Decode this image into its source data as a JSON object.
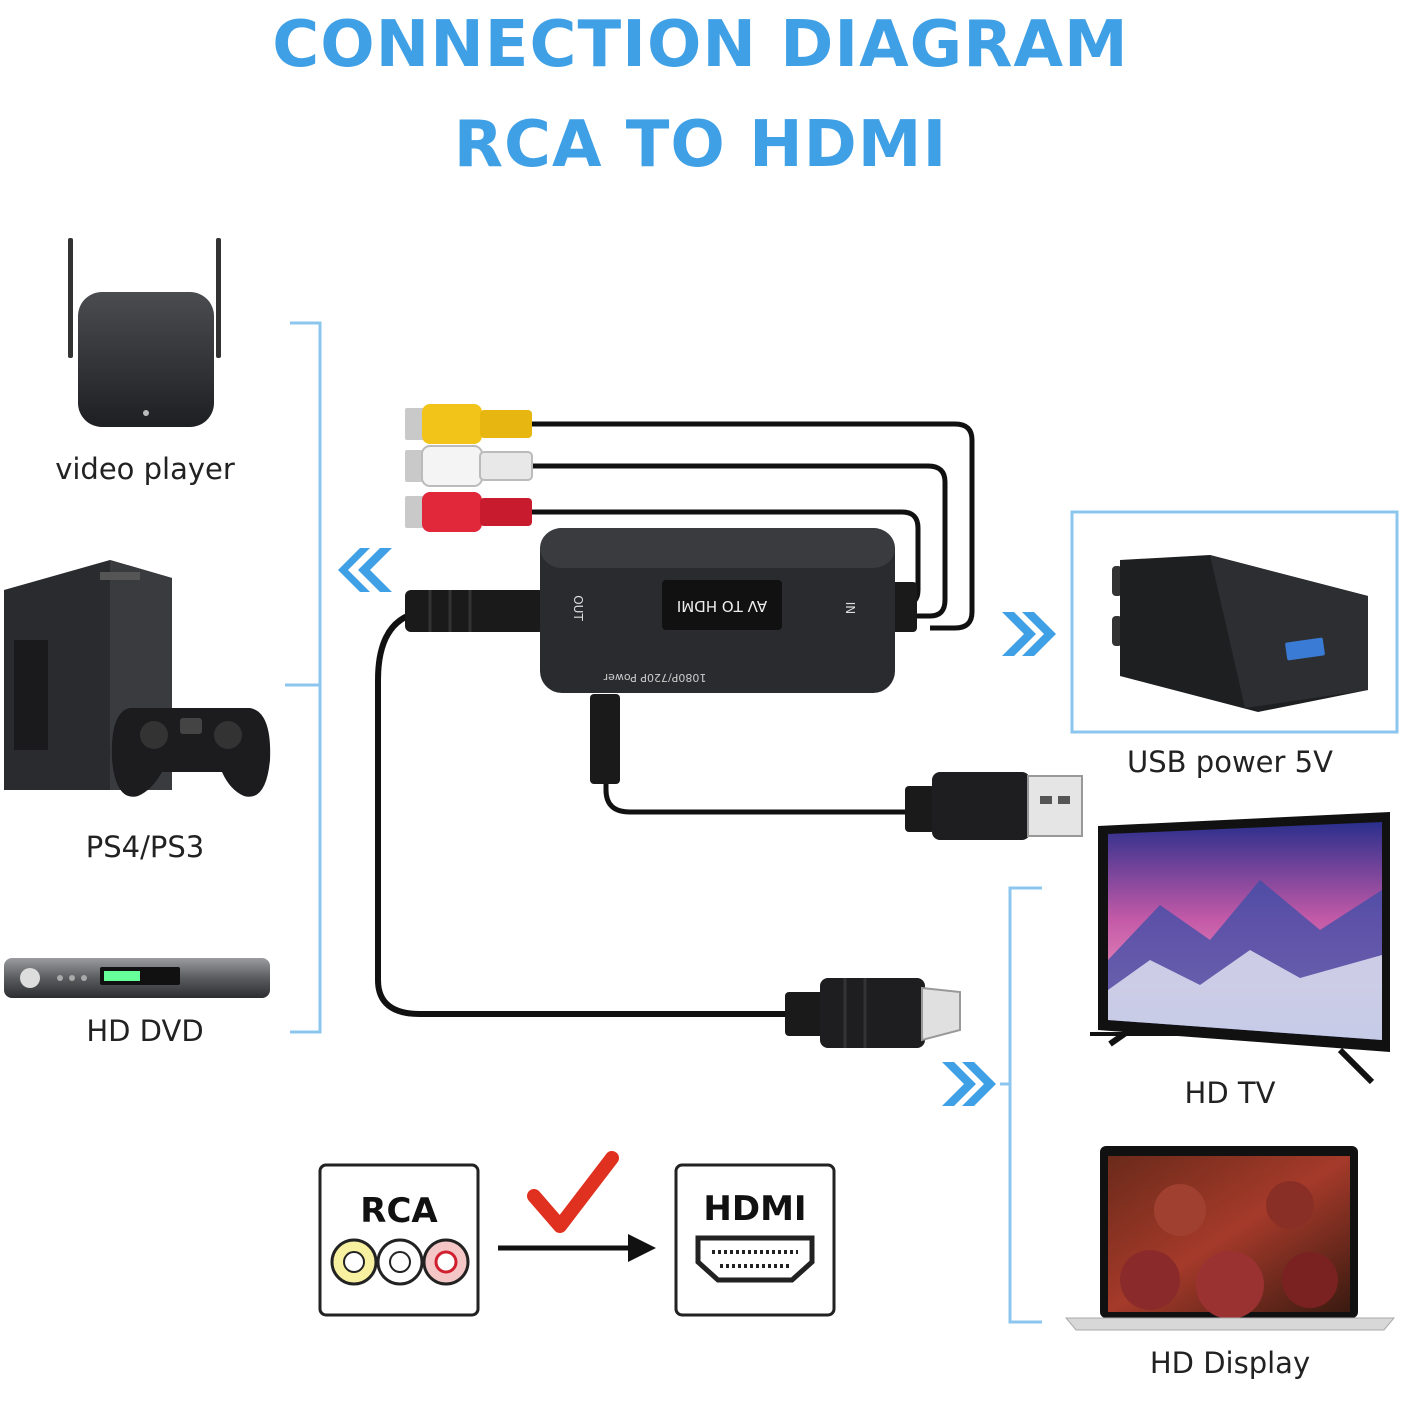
{
  "title": {
    "line1": "CONNECTION DIAGRAM",
    "line2": "RCA TO HDMI"
  },
  "sources": [
    {
      "label": "video player",
      "icon": "tv-box-icon"
    },
    {
      "label": "PS4/PS3",
      "icon": "game-console-icon"
    },
    {
      "label": "HD DVD",
      "icon": "dvd-player-icon"
    }
  ],
  "converter": {
    "top_text": "AV TO HDMI",
    "out_label": "OUT",
    "in_label": "IN",
    "bottom_text": "1080P/720P Power"
  },
  "outputs": {
    "power": {
      "label": "USB power 5V",
      "icon": "usb-charger-icon"
    },
    "displays": [
      {
        "label": "HD TV",
        "icon": "tv-icon"
      },
      {
        "label": "HD Display",
        "icon": "laptop-icon"
      }
    ]
  },
  "conversion": {
    "from": "RCA",
    "to": "HDMI"
  },
  "colors": {
    "accent": "#3fa0e6",
    "rca_yellow": "#f2c419",
    "rca_white": "#eeeeee",
    "rca_red": "#e0283a",
    "check_red": "#e03020"
  }
}
